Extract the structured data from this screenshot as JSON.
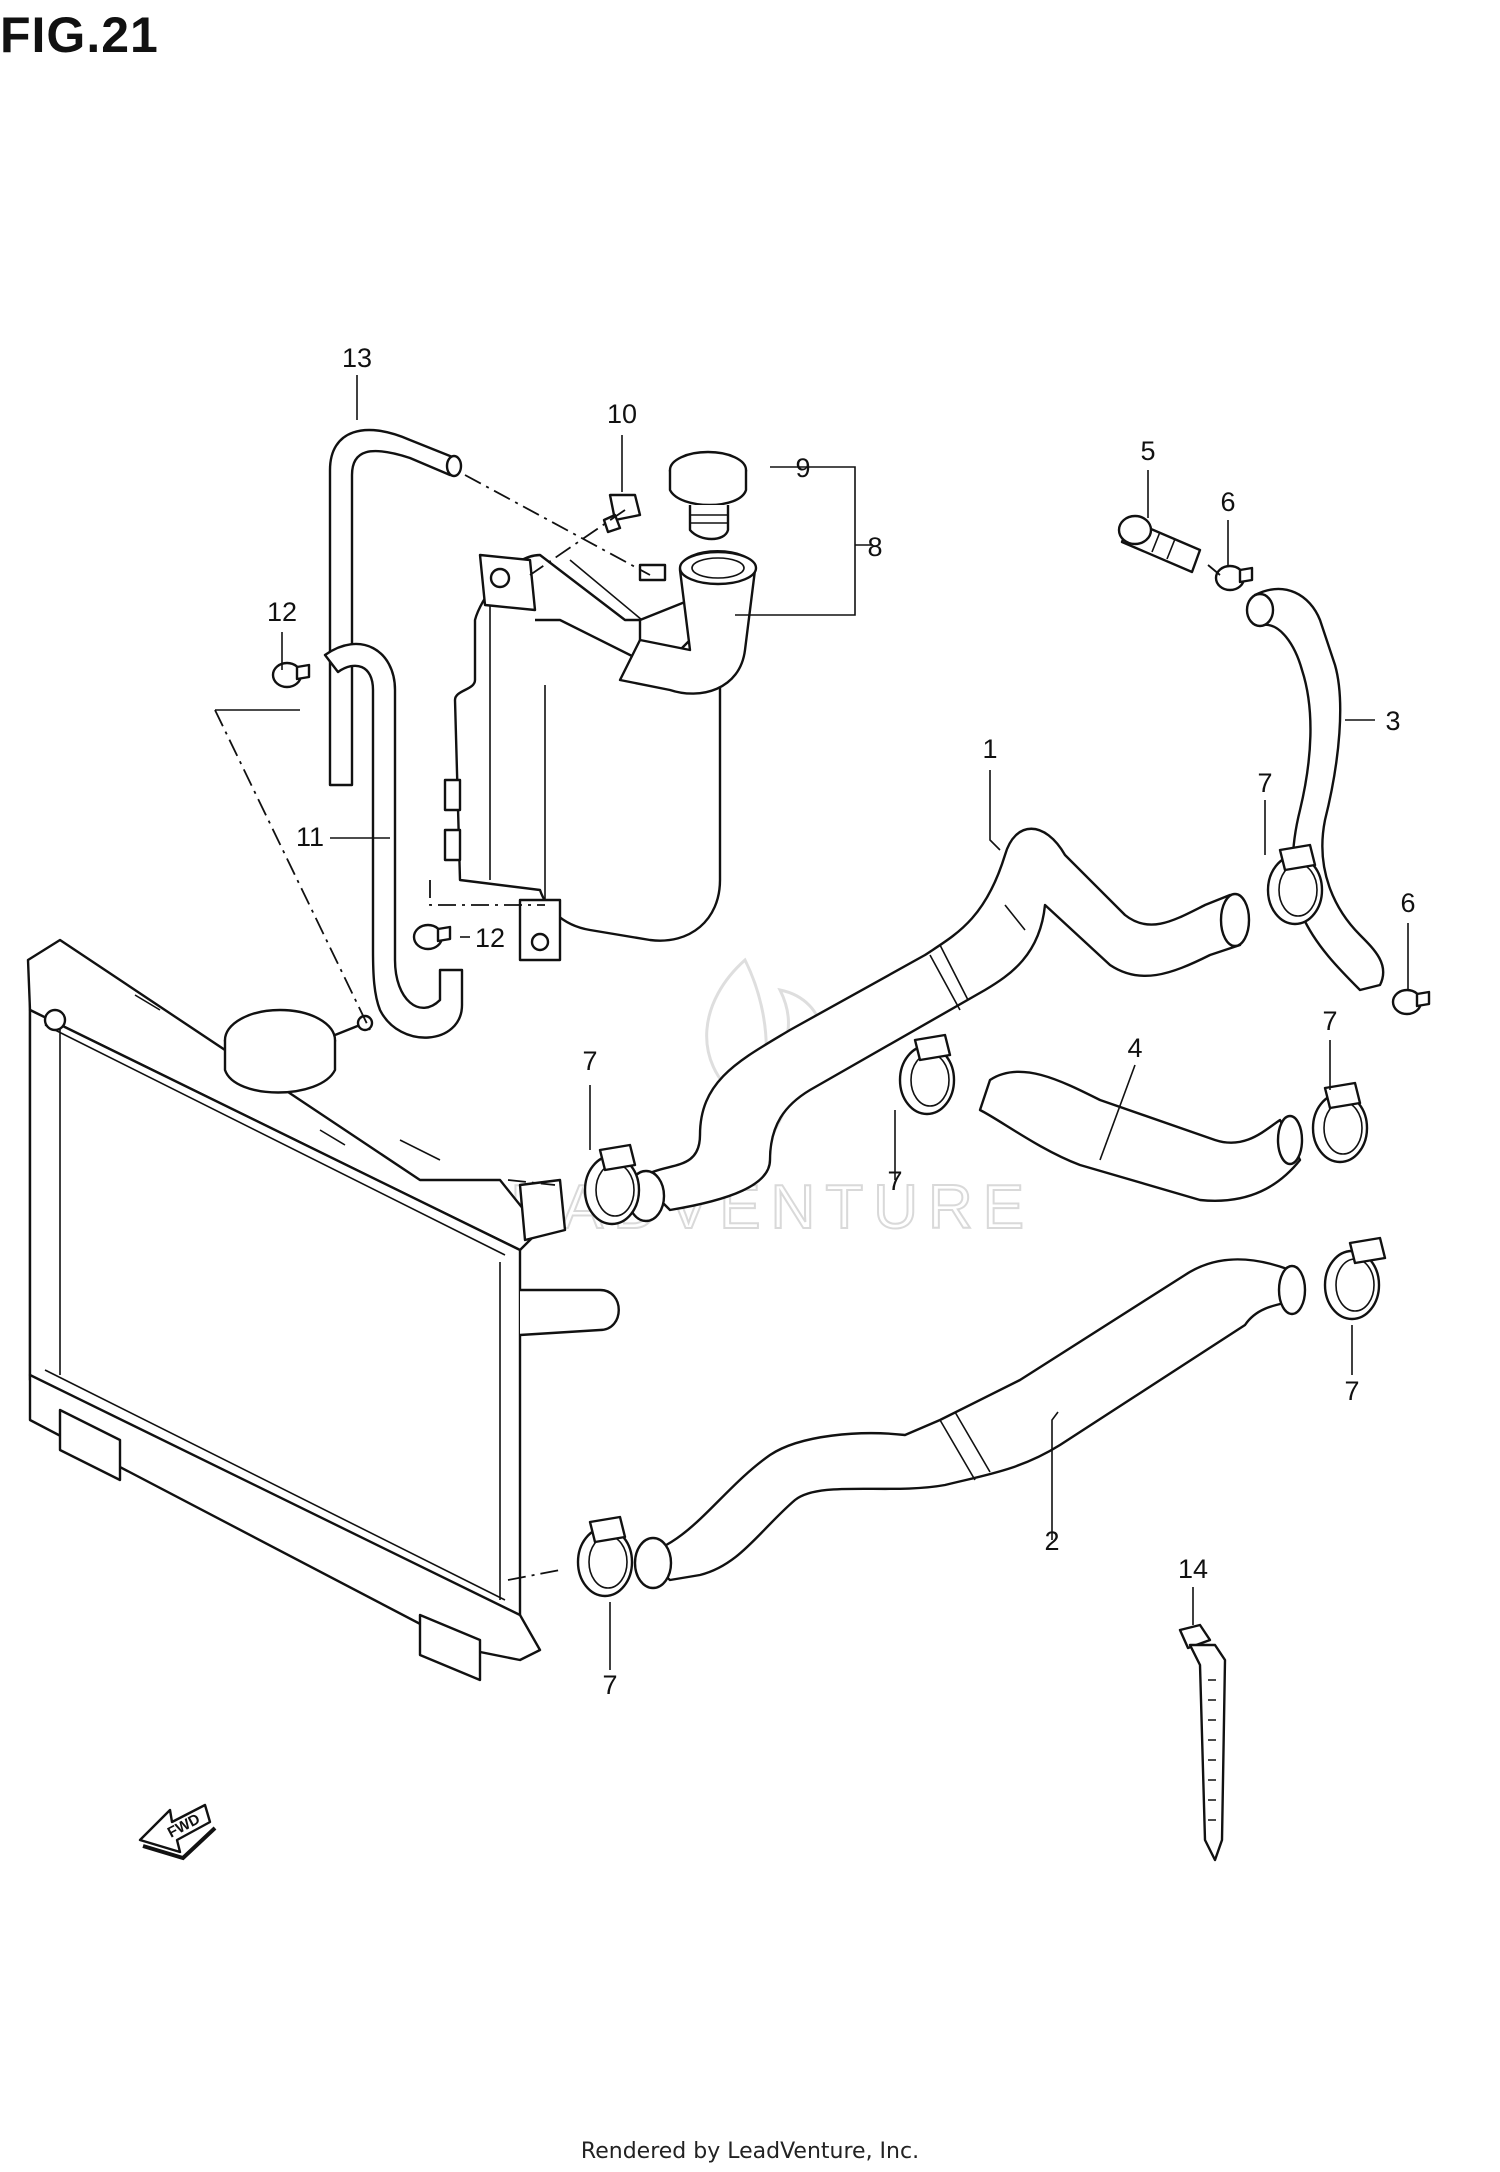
{
  "figure": {
    "title": "FIG.21"
  },
  "watermark": {
    "text": "LEADVENTURE"
  },
  "fwd_arrow": {
    "label": "FWD"
  },
  "callouts": {
    "c1": "1",
    "c2": "2",
    "c3": "3",
    "c4": "4",
    "c5": "5",
    "c6a": "6",
    "c6b": "6",
    "c7a": "7",
    "c7b": "7",
    "c7c": "7",
    "c7d": "7",
    "c7e": "7",
    "c7f": "7",
    "c8": "8",
    "c9": "9",
    "c10": "10",
    "c11": "11",
    "c12a": "12",
    "c12b": "12",
    "c13": "13",
    "c14": "14"
  },
  "footer": {
    "text": "Rendered by LeadVenture, Inc."
  }
}
